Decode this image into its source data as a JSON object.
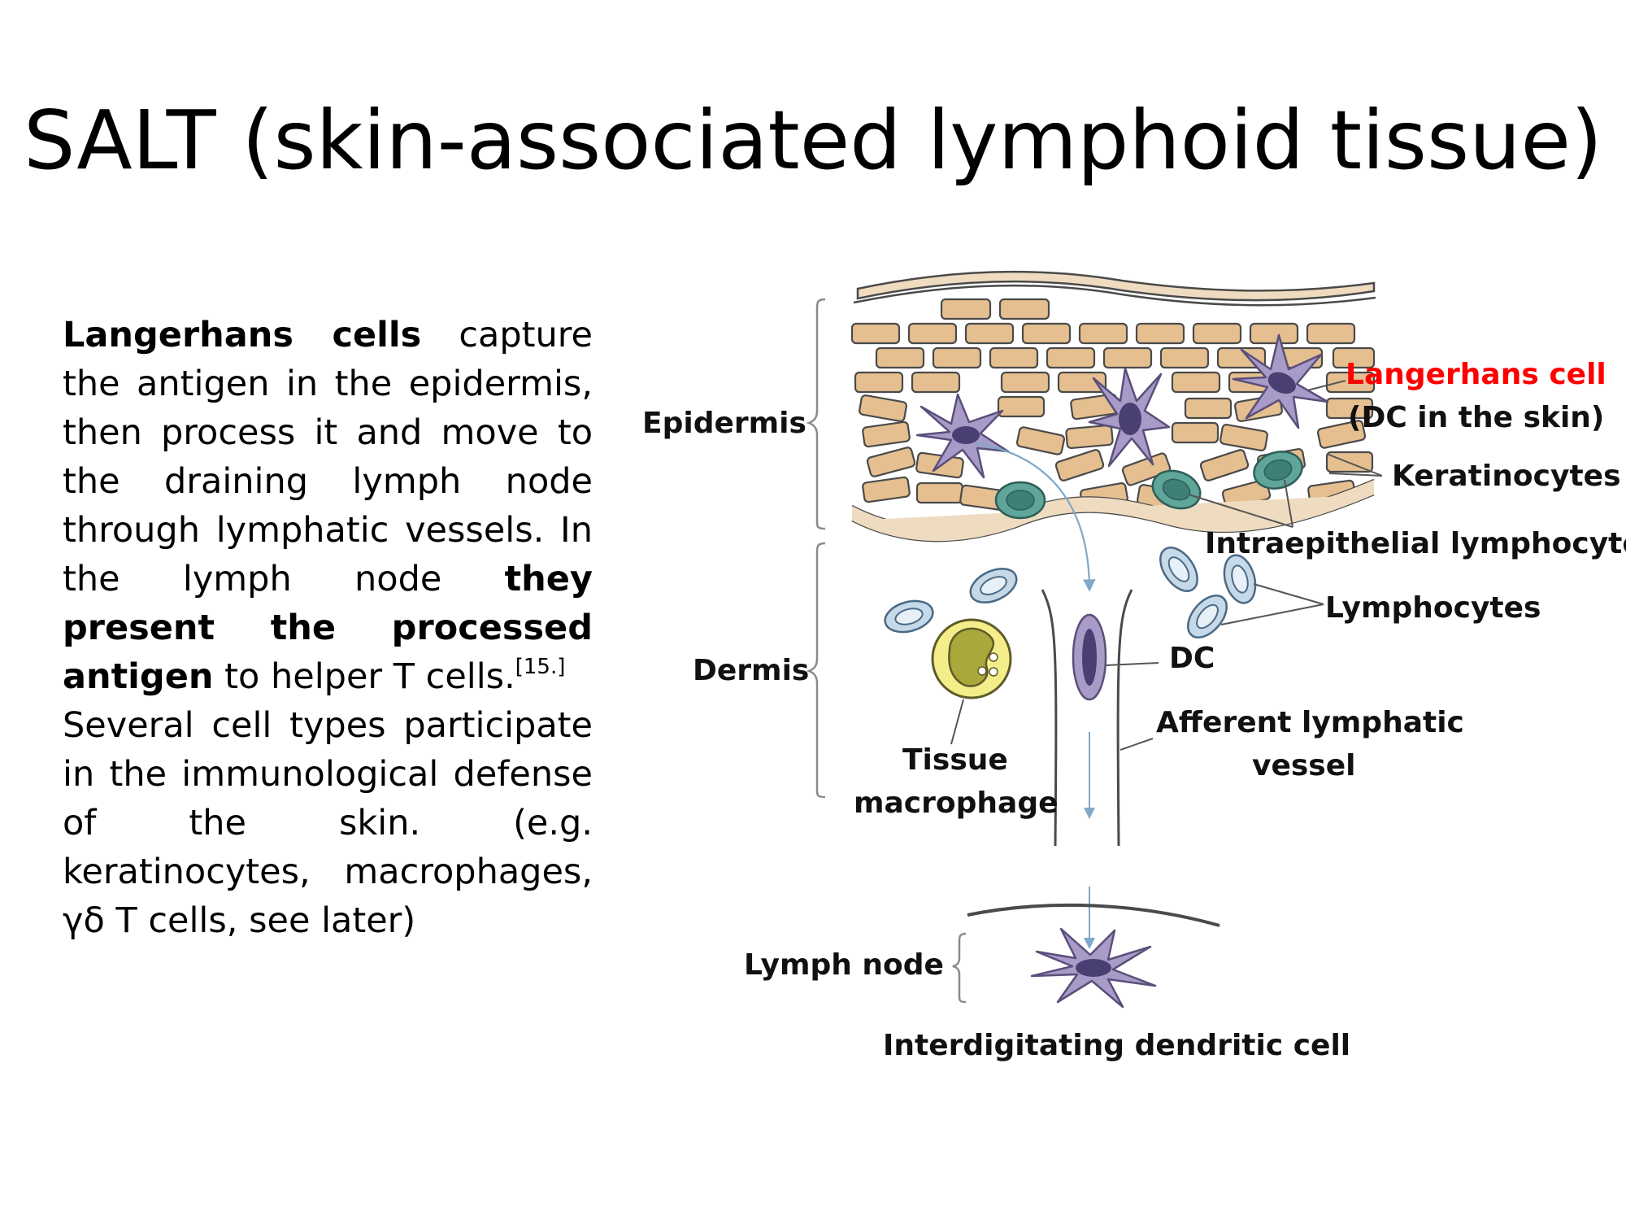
{
  "slide": {
    "title": "SALT (skin-associated lymphoid tissue)",
    "paragraph1": {
      "bold1": "Langerhans cells",
      "text1": " capture the antigen in the epidermis, then process it and move to the draining lymph node through lymphatic vessels. In the lymph node ",
      "bold2": "they present the processed antigen",
      "text2": " to helper T cells.",
      "citation": "[15.]"
    },
    "paragraph2": "Several cell types participate in the immunological defense of the skin. (e.g. keratinocytes, macrophages, γδ T cells, see later)"
  },
  "diagram": {
    "labels": {
      "epidermis": "Epidermis",
      "dermis": "Dermis",
      "lymph_node": "Lymph node",
      "langerhans_cell": "Langerhans cell",
      "langerhans_note": "(DC in the skin)",
      "keratinocytes": "Keratinocytes",
      "intraepithelial": "Intraepithelial lymphocytes",
      "lymphocytes": "Lymphocytes",
      "dc": "DC",
      "afferent_line1": "Afferent lymphatic",
      "afferent_line2": "vessel",
      "macrophage_line1": "Tissue",
      "macrophage_line2": "macrophage",
      "interdigitating": "Interdigitating dendritic cell"
    },
    "colors": {
      "keratinocyte": "#e5bf90",
      "langerhans": "#a99bc8",
      "lymphocyte_intraepithelial": "#5fa59a",
      "lymphocyte": "#c6d9e8",
      "macrophage": "#f3ee8a",
      "highlight_label": "#ff0000"
    }
  }
}
